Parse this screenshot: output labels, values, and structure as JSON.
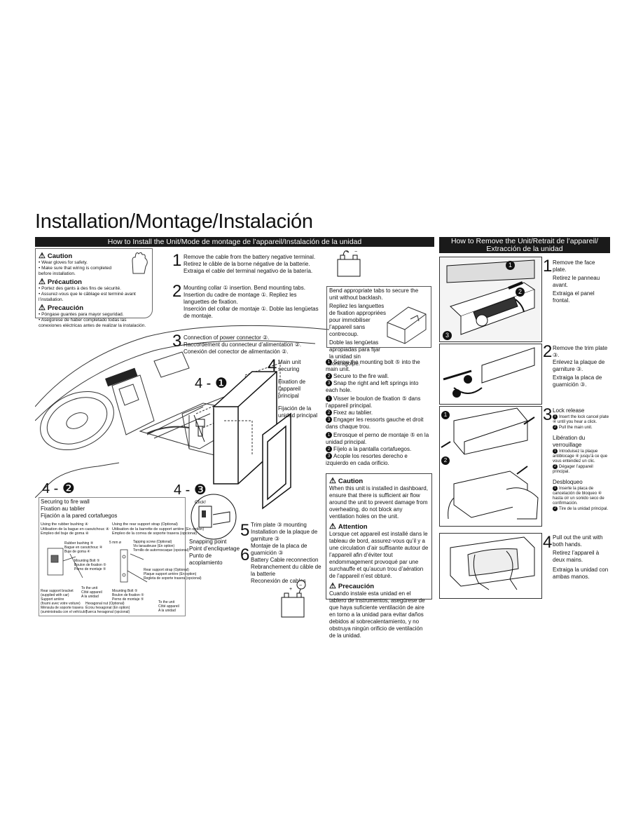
{
  "page_title": "Installation/Montage/Instalación",
  "bar_install": "How to Install the Unit/Mode de montage de l’appareil/Instalación de la unidad",
  "bar_remove": "How to Remove the Unit/Retrait de l’appareil/ Extracción de la unidad",
  "caution_box": {
    "caution_title": "Caution",
    "caution_1": "• Wear gloves for safety.",
    "caution_2": "• Make sure that wiring is completed before installation.",
    "precaution_title": "Précaution",
    "precaution_1": "• Portez des gants à des fins de sécurité.",
    "precaution_2": "• Assurez-vous que le câblage est terminé avant l’installation.",
    "precaucion_title": "Precaución",
    "precaucion_1": "• Póngase guantes para mayor seguridad.",
    "precaucion_2": "• Asegúrese de haber completado todas las conexiones eléctricas antes de realizar la instalación."
  },
  "steps": {
    "s1_num": "1",
    "s1_en": "Remove the cable from the battery negative terminal.",
    "s1_fr": "Retirez le câble de la borne négative de la batterie.",
    "s1_es": "Extraiga el cable del terminal negativo de la batería.",
    "s2_num": "2",
    "s2_en": "Mounting collar ① insertion. Bend mounting tabs.",
    "s2_fr": "Insertion du cadre de montage ①. Repliez les languettes de fixation.",
    "s2_es": "Inserción del collar de montaje ①. Doble las lengüetas de montaje.",
    "s3_num": "3",
    "s3_en": "Connection of power connector ②.",
    "s3_fr": "Raccordement du connecteur d’alimentation ②.",
    "s3_es": "Conexión del conector de alimentación ②.",
    "s4_num": "4",
    "s4_en": "Main unit securing",
    "s4_fr": "Fixation de l’appareil principal",
    "s4_es": "Fijación de la unidad principal",
    "s5_num": "5",
    "s5_en": "Trim plate ③ mounting",
    "s5_fr": "Installation de la plaque de garniture ③",
    "s5_es": "Montaje de la placa de guarnición ③",
    "s6_num": "6",
    "s6_en": "Battery Cable reconnection",
    "s6_fr": "Rebranchement du câble de la batterie",
    "s6_es": "Reconexión de cables"
  },
  "bend_box": {
    "en": "Bend appropriate tabs to secure the unit without backlash.",
    "fr": "Repliez les languettes de fixation appropriées pour immobiliser l’appareil sans contrecoup.",
    "es": "Doble las lengüetas apropiadas para fijar la unidad sin contragolpe."
  },
  "secure_list": {
    "en1": "Screw the mounting bolt ⑤ into the main unit.",
    "en2": "Secure to the fire wall.",
    "en3": "Snap the right and left springs into each hole.",
    "fr1": "Visser le boulon de fixation ⑤ dans l’appareil principal.",
    "fr2": "Fixez au tablier.",
    "fr3": "Engager les ressorts gauche et droit dans chaque trou.",
    "es1": "Enrosque el perno de montaje ⑤ en la unidad principal.",
    "es2": "Fíjelo a la pantalla cortafuegos.",
    "es3": "Acople los resortes derecho e izquierdo en cada orificio."
  },
  "labels": {
    "four_one": "4 - ❶",
    "four_two": "4 - ❷",
    "four_three": "4 - ❸",
    "click": "Click!",
    "snapping_en": "Snapping point",
    "snapping_fr": "Point d’encliquetage",
    "snapping_es1": "Punto de",
    "snapping_es2": "acoplamiento"
  },
  "firewall": {
    "en": "Securing to fire wall",
    "fr": "Fixation au tablier",
    "es": "Fijación a la pared cortafuegos",
    "rubber_1": "Using the rubber bushing ④",
    "rubber_2": "Utilisation de la bague en caoutchouc ④",
    "rubber_3": "Empleo del buje de goma ④",
    "strap_1": "Using the rear support strap (Optional)",
    "strap_2": "Utilisation de la barrette de support arrière (En option)",
    "strap_3": "Empleo de la correa de soporte trasera (opcional)",
    "bush_1": "Rubber bushing ④",
    "bush_2": "Bague en caoutchouc ④",
    "bush_3": "Buje de goma ④",
    "bolt_1": "Mounting Bolt ⑤",
    "bolt_2": "Boulon de fixation ⑤",
    "bolt_3": "Perno de montaje ⑤",
    "mm": "5 mm ø",
    "screw_1": "Tapping screw (Optional)",
    "screw_2": "Vis taraudeuse (En option)",
    "screw_3": "Tornillo de autorroscaque (opcional)",
    "strap2_1": "Rear support strap (Optional)",
    "strap2_2": "Plaque support arrière (En option)",
    "strap2_3": "Regleta de soporte trasera (opcional)",
    "bracket_1": "Rear support bracket",
    "bracket_2": "(supplied with car)",
    "bracket_3": "Support arrière",
    "bracket_4": "(fourni avec votre voiture)",
    "bracket_5": "Ménsula de soporte trasera",
    "bracket_6": "(suministrada con el vehículo)",
    "tounit_1": "To the unit",
    "tounit_2": "Côté appareil",
    "tounit_3": "A la unidad",
    "bolt2_1": "Mounting Bolt ⑤",
    "bolt2_2": "Boulon de fixation ⑤",
    "bolt2_3": "Perno de montaje ⑤",
    "nut_1": "Hexagonal nut (Optional)",
    "nut_2": "Écrou hexagonal (En option)",
    "nut_3": "Tuerca hexagonal (opcional)",
    "tounit2_1": "To the unit",
    "tounit2_2": "Côté appareil",
    "tounit2_3": "A la unidad"
  },
  "caution2": {
    "c_title": "Caution",
    "c_text": "When this unit is installed in dashboard, ensure that there is sufficient air flow around the unit to prevent damage from overheating, do not block any ventilation holes on the unit.",
    "a_title": "Attention",
    "a_text": "Lorsque cet appareil est installé dans le tableau de bord, assurez-vous qu’il y a une circulation d’air suffisante autour de l’appareil afin d’éviter tout endommagement provoqué par une surchauffe et qu’aucun trou d’aération de l’appareil n’est obturé.",
    "p_title": "Precaución",
    "p_text": "Cuando instale esta unidad en el tablero de instrumentos, asegúrese de que haya suficiente ventilación de aire en torno a la unidad para evitar daños debidos al sobrecalentamiento, y no obstruya ningún orificio de ventilación de la unidad."
  },
  "remove": {
    "r1_num": "1",
    "r1_en": "Remove the face plate.",
    "r1_fr": "Retirez le panneau avant.",
    "r1_es": "Extraiga el panel frontal.",
    "r2_num": "2",
    "r2_en": "Remove the trim plate ③.",
    "r2_fr": "Enlevez la plaque de garniture ③.",
    "r2_es": "Extraiga la placa de guarnición ③.",
    "r3_num": "3",
    "r3_en_title": "Lock release",
    "r3_en_1": "Insert the lock cancel plate ④ until you hear a click.",
    "r3_en_2": "Pull the main unit.",
    "r3_fr_title": "Libération du verrouillage",
    "r3_fr_1": "Introduisez la plaque antiblocage ④ jusqu’à ce que vous entendiez un clic.",
    "r3_fr_2": "Dégager l’appareil principal.",
    "r3_es_title": "Desbloqueo",
    "r3_es_1": "Inserte la placa de cancelación de bloqueo ④ hasta oír un sonido seco de confirmación.",
    "r3_es_2": "Tire de la unidad principal.",
    "r4_num": "4",
    "r4_en": "Pull out the unit with both hands.",
    "r4_fr": "Retirez l’appareil à deux mains.",
    "r4_es": "Extraiga la unidad con ambas manos."
  },
  "callouts": {
    "c1": "❶",
    "c2": "❷",
    "c3": "❸",
    "n1": "1",
    "n2": "2",
    "n3": "3"
  }
}
